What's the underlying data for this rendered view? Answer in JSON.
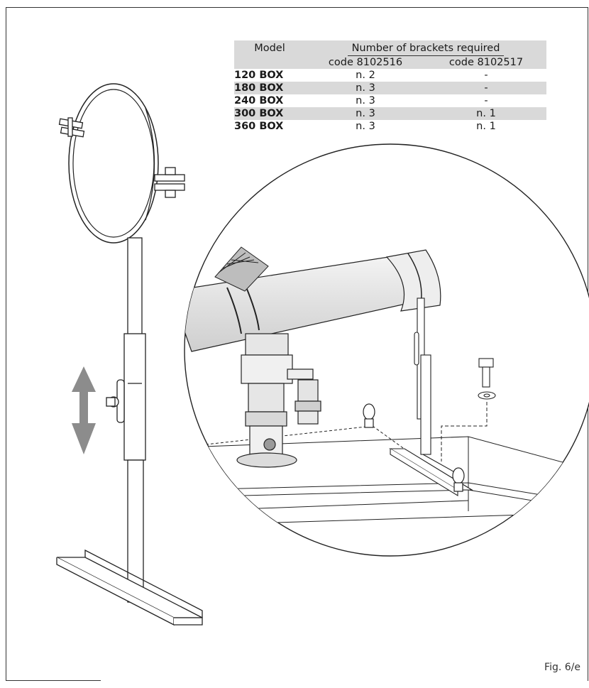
{
  "table": {
    "col_model": "Model",
    "col_group": "Number of brackets required",
    "col_code_a": "code 8102516",
    "col_code_b": "code 8102517",
    "rows": [
      {
        "model": "120 BOX",
        "a": "n. 2",
        "b": "-"
      },
      {
        "model": "180 BOX",
        "a": "n. 3",
        "b": "-"
      },
      {
        "model": "240 BOX",
        "a": "n. 3",
        "b": "-"
      },
      {
        "model": "300 BOX",
        "a": "n. 3",
        "b": "n. 1"
      },
      {
        "model": "360 BOX",
        "a": "n. 3",
        "b": "n. 1"
      }
    ]
  },
  "figure_label": "Fig. 6/e",
  "colors": {
    "shade": "#d9d9d9",
    "arrow": "#8c8c8c",
    "line": "#222222"
  }
}
